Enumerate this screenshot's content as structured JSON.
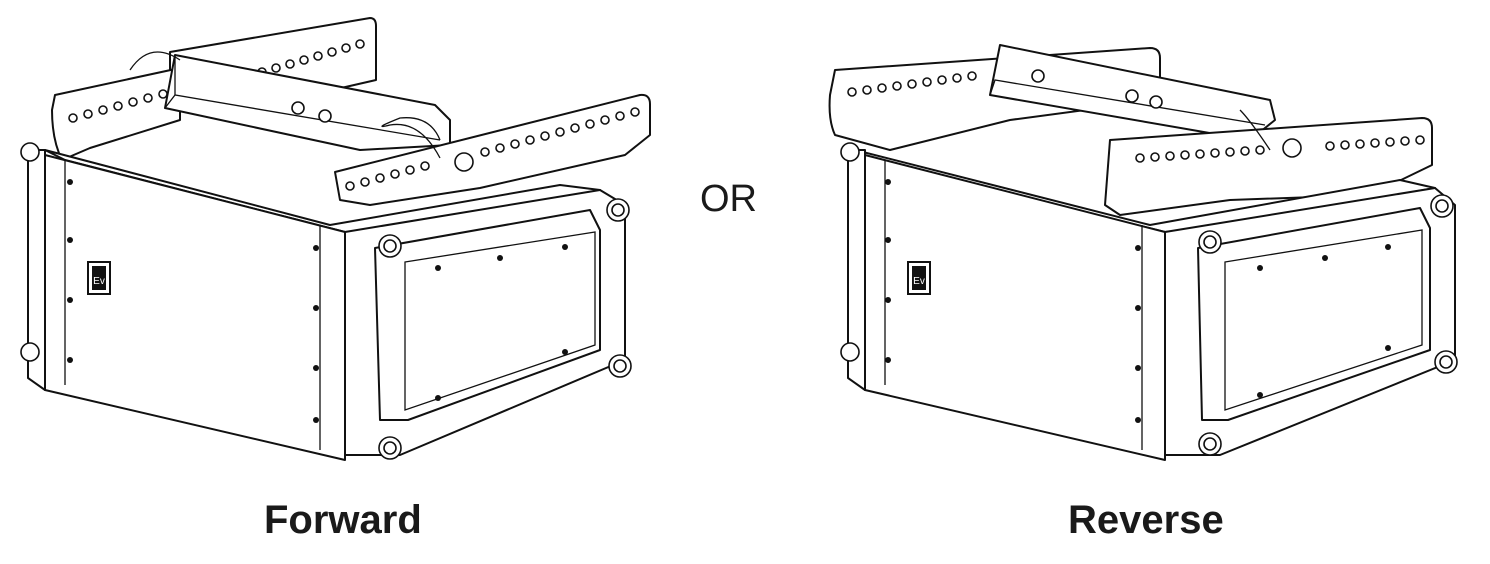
{
  "separator": "OR",
  "figures": [
    {
      "id": "forward",
      "caption": "Forward",
      "logo": "Ev"
    },
    {
      "id": "reverse",
      "caption": "Reverse",
      "logo": "Ev"
    }
  ]
}
